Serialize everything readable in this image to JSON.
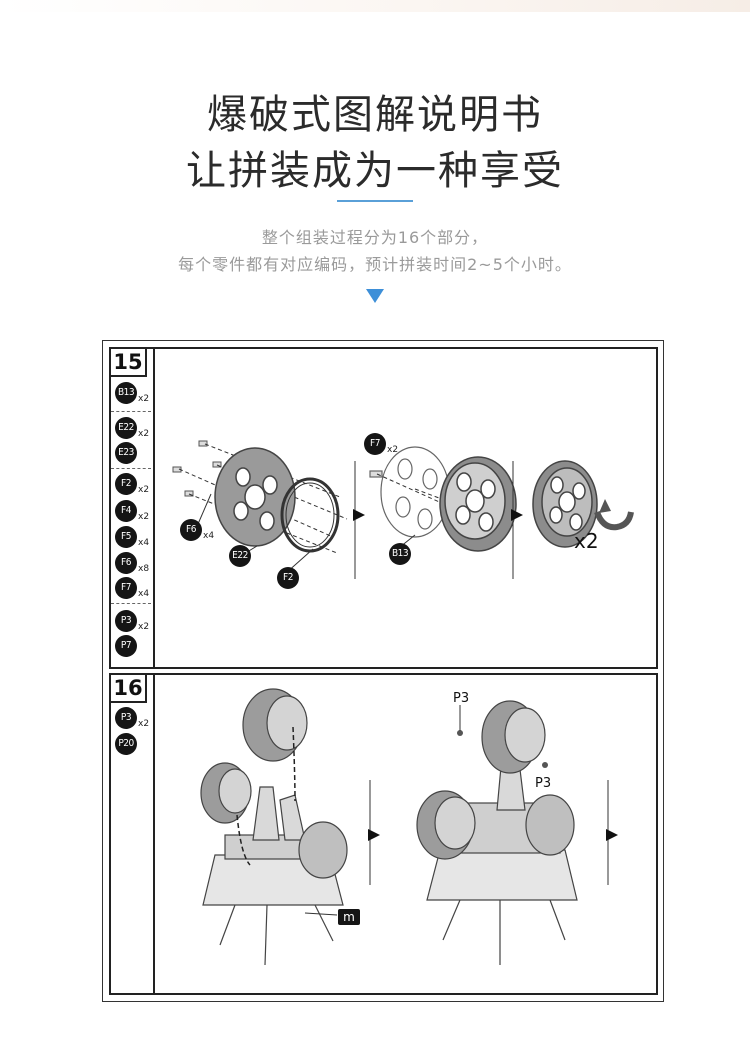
{
  "header": {
    "title_line1": "爆破式图解说明书",
    "title_line2": "让拼装成为一种享受",
    "subtitle_line1": "整个组装过程分为16个部分，",
    "subtitle_line2": "每个零件都有对应编码，预计拼装时间2~5个小时。"
  },
  "colors": {
    "accent": "#5aa0d8",
    "arrow": "#3d8fd8",
    "badge": "#151515"
  },
  "step15": {
    "number": "15",
    "parts": [
      {
        "code": "B13",
        "qty": "x2"
      },
      {
        "code": "E22",
        "qty": "x2"
      },
      {
        "code": "E23",
        "qty": ""
      },
      {
        "code": "F2",
        "qty": "x2"
      },
      {
        "code": "F4",
        "qty": "x2"
      },
      {
        "code": "F5",
        "qty": "x4"
      },
      {
        "code": "F6",
        "qty": "x8"
      },
      {
        "code": "F7",
        "qty": "x4"
      },
      {
        "code": "P3",
        "qty": "x2"
      },
      {
        "code": "P7",
        "qty": ""
      }
    ],
    "callouts": {
      "f6": "F6",
      "f6_qty": "x4",
      "e22": "E22",
      "f2": "F2",
      "f7": "F7",
      "f7_qty": "x2",
      "b13": "B13",
      "result_qty": "x2"
    }
  },
  "step16": {
    "number": "16",
    "parts": [
      {
        "code": "P3",
        "qty": "x2"
      },
      {
        "code": "P20",
        "qty": ""
      }
    ],
    "callouts": {
      "m": "m",
      "p3_top": "P3",
      "p3_side": "P3"
    }
  }
}
